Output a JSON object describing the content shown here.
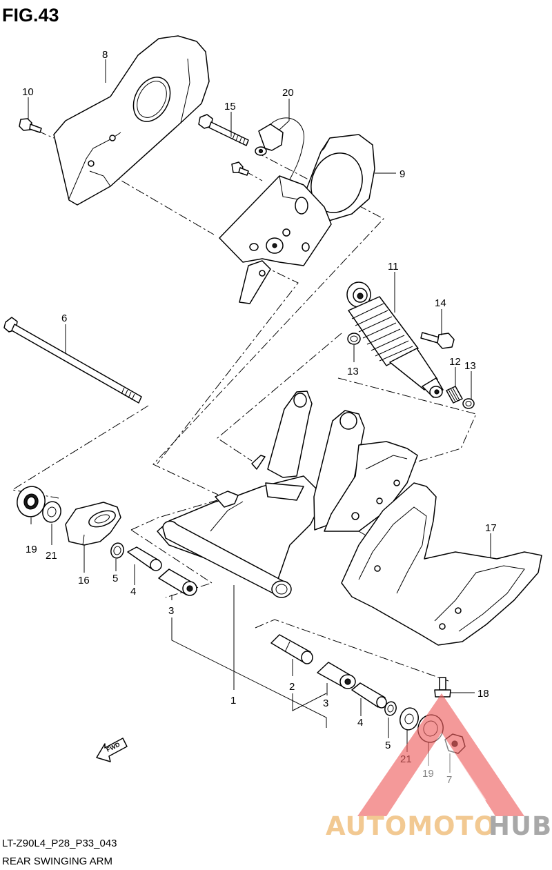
{
  "figure": {
    "title": "FIG.43",
    "code": "LT-Z90L4_P28_P33_043",
    "caption": "REAR SWINGING ARM"
  },
  "fwd_label": "FWD",
  "callouts": [
    {
      "id": "c-8",
      "label": "8"
    },
    {
      "id": "c-10",
      "label": "10"
    },
    {
      "id": "c-15",
      "label": "15"
    },
    {
      "id": "c-20",
      "label": "20"
    },
    {
      "id": "c-9",
      "label": "9"
    },
    {
      "id": "c-11",
      "label": "11"
    },
    {
      "id": "c-14",
      "label": "14"
    },
    {
      "id": "c-6",
      "label": "6"
    },
    {
      "id": "c-13a",
      "label": "13"
    },
    {
      "id": "c-12",
      "label": "12"
    },
    {
      "id": "c-13b",
      "label": "13"
    },
    {
      "id": "c-17",
      "label": "17"
    },
    {
      "id": "c-19a",
      "label": "19"
    },
    {
      "id": "c-21a",
      "label": "21"
    },
    {
      "id": "c-16",
      "label": "16"
    },
    {
      "id": "c-5a",
      "label": "5"
    },
    {
      "id": "c-4a",
      "label": "4"
    },
    {
      "id": "c-3a",
      "label": "3"
    },
    {
      "id": "c-1",
      "label": "1"
    },
    {
      "id": "c-2",
      "label": "2"
    },
    {
      "id": "c-3b",
      "label": "3"
    },
    {
      "id": "c-4b",
      "label": "4"
    },
    {
      "id": "c-18",
      "label": "18"
    },
    {
      "id": "c-5b",
      "label": "5"
    },
    {
      "id": "c-21b",
      "label": "21"
    },
    {
      "id": "c-19b",
      "label": "19"
    },
    {
      "id": "c-7",
      "label": "7"
    }
  ],
  "watermark": {
    "brand_part1": "AUTOMOTO",
    "brand_part2": "HUB",
    "color_part1": "#f0c080",
    "color_part2": "#9a9a9a",
    "triangle_color": "#ee6060"
  }
}
